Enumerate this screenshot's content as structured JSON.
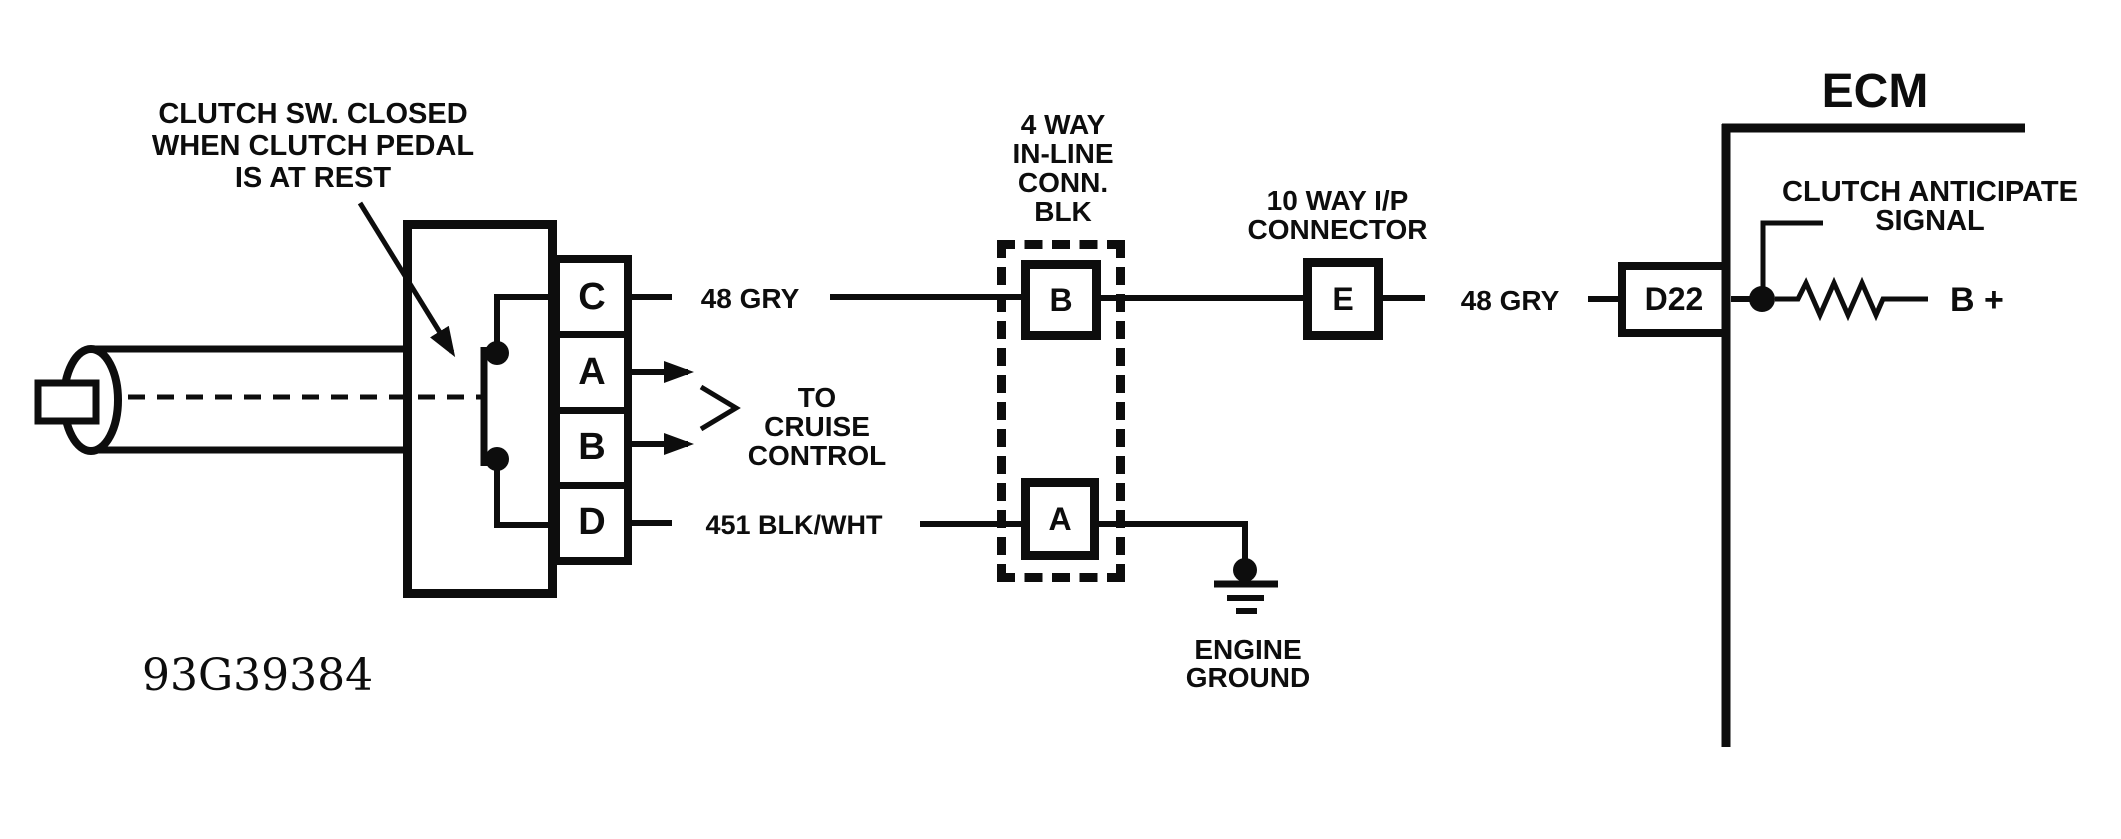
{
  "diagram": {
    "part_number": "93G39384",
    "ink_color": "#0d0d0d",
    "background_color": "#ffffff"
  },
  "clutch_switch": {
    "note": {
      "line1": "CLUTCH SW. CLOSED",
      "line2": "WHEN CLUTCH PEDAL",
      "line3": "IS AT REST"
    },
    "terminals": [
      {
        "label": "C"
      },
      {
        "label": "A"
      },
      {
        "label": "B"
      },
      {
        "label": "D"
      }
    ]
  },
  "wires": {
    "switch_to_inline": "48 GRY",
    "ground_wire": "451 BLK/WHT",
    "ecm_feed": "48 GRY"
  },
  "cruise_control": {
    "line1": "TO",
    "line2": "CRUISE",
    "line3": "CONTROL"
  },
  "inline_connector": {
    "label": {
      "line1": "4 WAY",
      "line2": "IN-LINE",
      "line3": "CONN.",
      "line4": "BLK"
    },
    "terminal_top": "B",
    "terminal_bottom": "A"
  },
  "ip_connector": {
    "label": {
      "line1": "10 WAY I/P",
      "line2": "CONNECTOR"
    },
    "terminal": "E"
  },
  "ecm": {
    "title": "ECM",
    "pin": "D22",
    "signal_label": {
      "line1": "CLUTCH ANTICIPATE",
      "line2": "SIGNAL"
    },
    "supply": "B +"
  },
  "ground": {
    "line1": "ENGINE",
    "line2": "GROUND"
  }
}
